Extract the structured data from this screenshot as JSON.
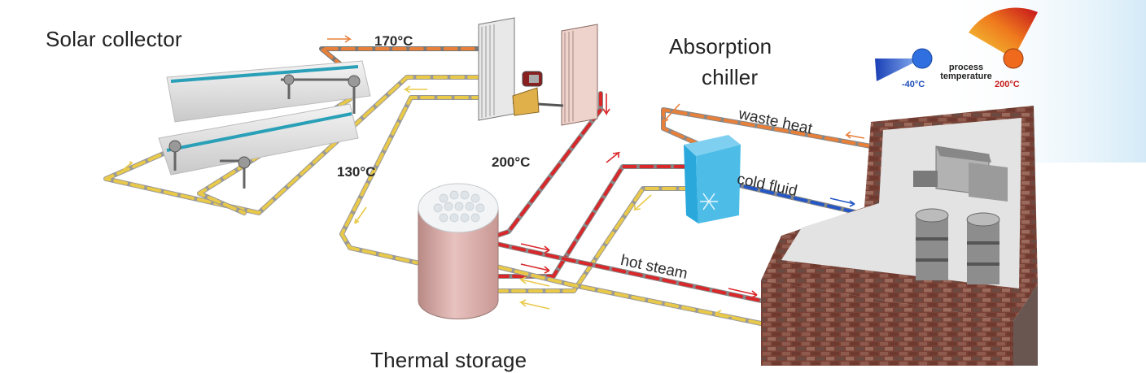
{
  "labels": {
    "solar_collector": "Solar collector",
    "absorption_chiller_line1": "Absorption",
    "absorption_chiller_line2": "chiller",
    "thermal_storage": "Thermal  storage",
    "temp_170": "170°C",
    "temp_130": "130°C",
    "temp_200": "200°C",
    "waste_heat": "waste heat",
    "cold_fluid": "cold fluid",
    "hot_steam": "hot steam"
  },
  "legend": {
    "process_line1": "process",
    "process_line2": "temperature",
    "min_temp": "-40°C",
    "max_temp": "200°C"
  },
  "colors": {
    "hot_pipe": "#d9272a",
    "warm_pipe": "#e8803a",
    "return_pipe": "#e9c94a",
    "cold_pipe": "#2457c5",
    "cold_gauge": "#2f6fe0",
    "hot_gauge": "#e8451c"
  }
}
